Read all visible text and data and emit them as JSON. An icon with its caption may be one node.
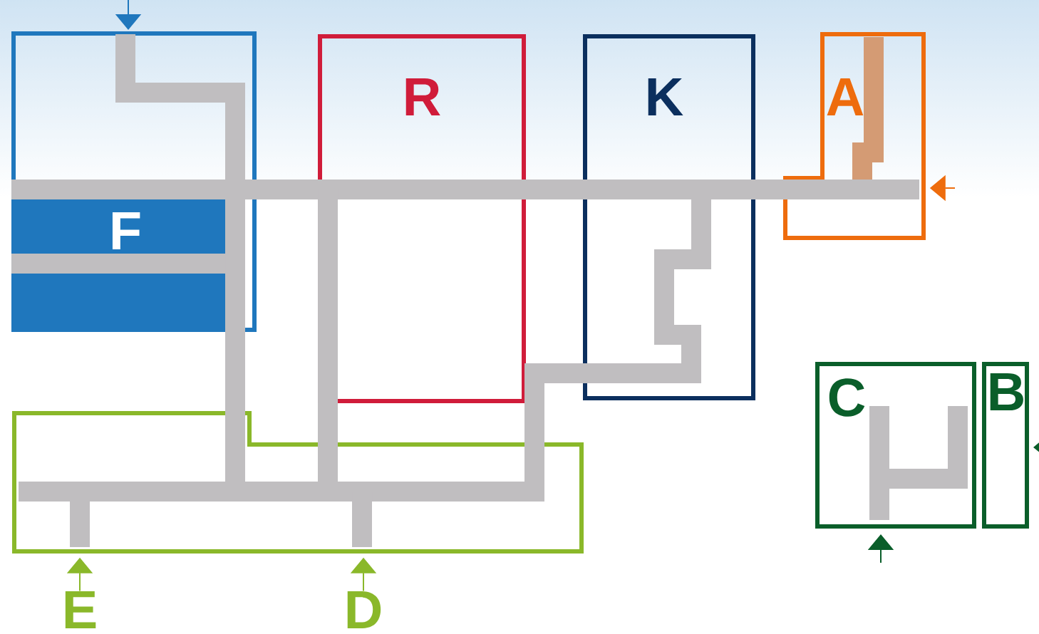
{
  "diagram": {
    "nodes": [
      {
        "text": [
          "F"
        ]
      },
      {
        "text": [
          "R"
        ]
      },
      {
        "text": [
          "K"
        ]
      },
      {
        "text": [
          "A"
        ]
      },
      {
        "text": [
          "C"
        ]
      },
      {
        "text": [
          "B"
        ]
      },
      {
        "text": [],
        "shape": "box"
      },
      {
        "text": [
          "E"
        ]
      },
      {
        "text": [
          "D"
        ]
      }
    ],
    "edges": [
      {
        "from": null,
        "to": 0,
        "arrow": "to",
        "color": "#1f77bd"
      },
      {
        "from": null,
        "to": 3,
        "arrow": "to",
        "color": "#ee6c0d"
      },
      {
        "from": null,
        "to": 5,
        "arrow": "to",
        "color": "#0a5e2a"
      },
      {
        "from": null,
        "to": 4,
        "arrow": "to",
        "color": "#0a5e2a"
      },
      {
        "from": 7,
        "to": 6,
        "arrow": "to"
      },
      {
        "from": 8,
        "to": 6,
        "arrow": "to"
      }
    ]
  }
}
